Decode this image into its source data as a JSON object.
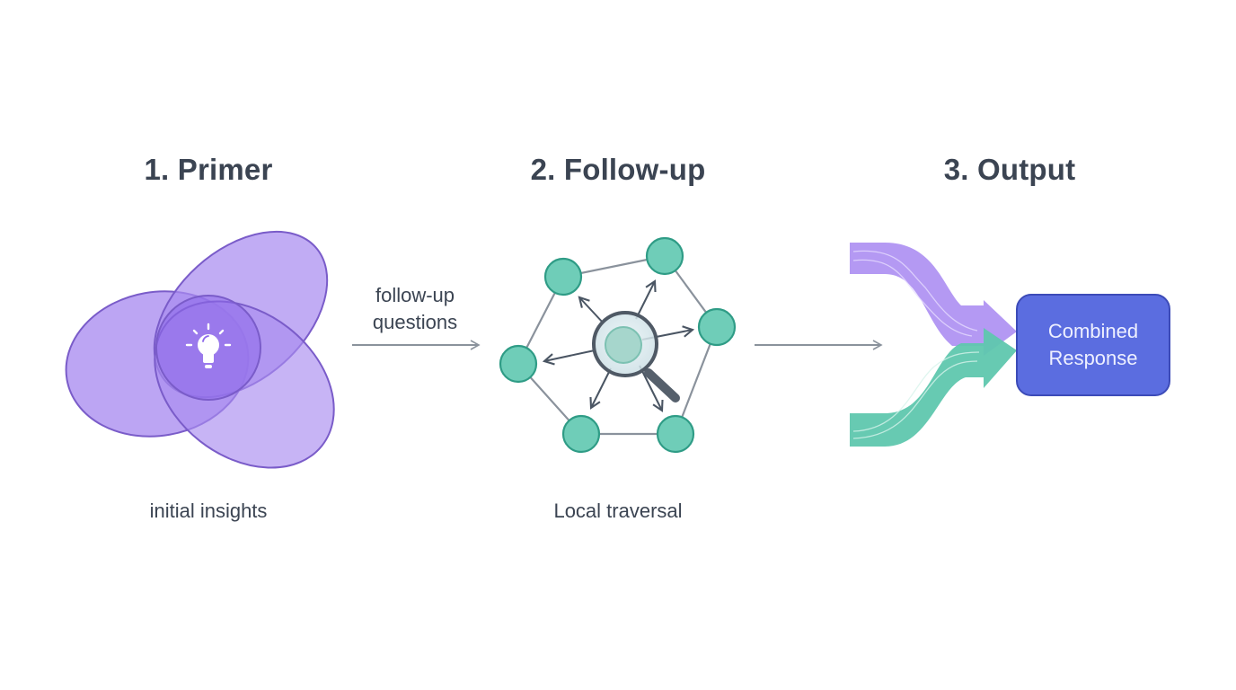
{
  "steps": [
    {
      "title": "1. Primer",
      "caption": "initial insights",
      "icon": "lightbulb-icon"
    },
    {
      "title": "2. Follow-up",
      "caption": "Local traversal",
      "icon": "magnifier-icon"
    },
    {
      "title": "3. Output",
      "caption": "",
      "icon": "merge-arrows-icon"
    }
  ],
  "edges": {
    "primer_to_followup": {
      "label_line1": "follow-up",
      "label_line2": "questions"
    },
    "followup_to_output": {
      "label_line1": "",
      "label_line2": ""
    }
  },
  "output_box": {
    "line1": "Combined",
    "line2": "Response"
  },
  "colors": {
    "purple": "#a98cf0",
    "purple_stroke": "#7a5cc9",
    "teal": "#6fcdb8",
    "teal_stroke": "#2f9c86",
    "box_fill": "#5b6de0",
    "arrow_gray": "#8a929c",
    "text": "#3b4452"
  }
}
